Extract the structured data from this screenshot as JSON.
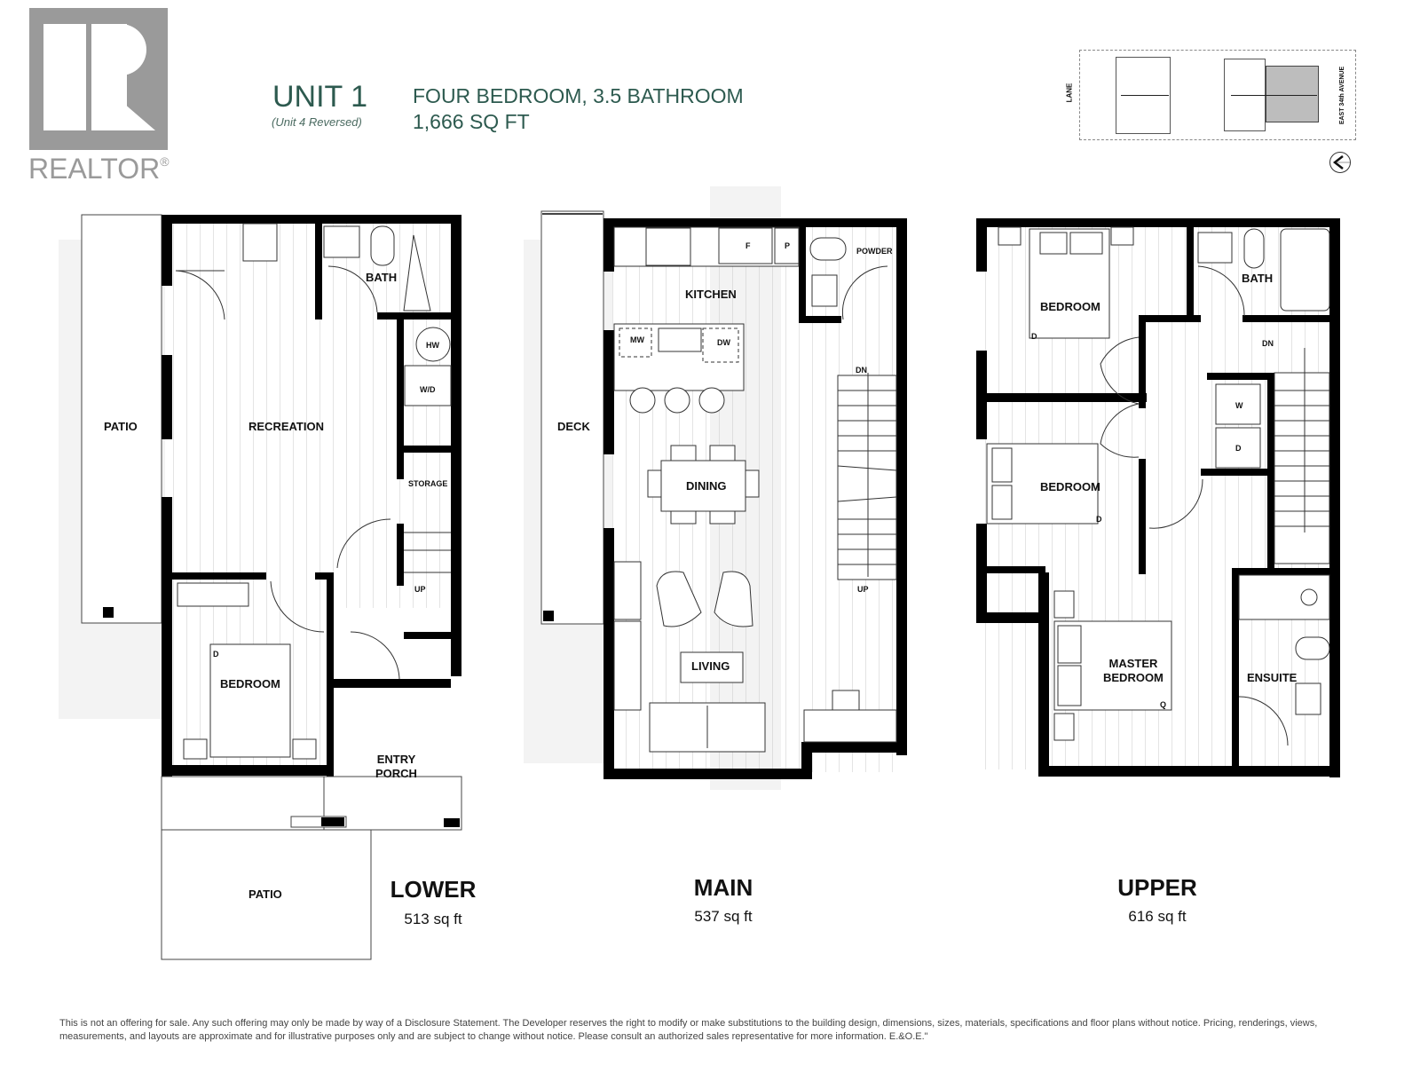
{
  "logo": {
    "mark": "R",
    "text": "REALTOR",
    "registered": "®"
  },
  "unit": {
    "title": "UNIT 1",
    "subtitle": "(Unit 4 Reversed)",
    "type": "FOUR BEDROOM, 3.5 BATHROOM",
    "area": "1,666 SQ FT"
  },
  "key_plan": {
    "left_label": "LANE",
    "right_label": "EAST 34th AVENUE",
    "north_icon": "north-arrow-icon"
  },
  "floors": [
    {
      "name": "LOWER",
      "area": "513 sq ft",
      "rooms": [
        "PATIO",
        "RECREATION",
        "BATH",
        "HW",
        "W/D",
        "STORAGE",
        "UP",
        "BEDROOM",
        "D",
        "ENTRY PORCH",
        "PATIO"
      ]
    },
    {
      "name": "MAIN",
      "area": "537 sq ft",
      "rooms": [
        "DECK",
        "KITCHEN",
        "F",
        "P",
        "POWDER",
        "MW",
        "DW",
        "DN",
        "DINING",
        "LIVING",
        "UP"
      ]
    },
    {
      "name": "UPPER",
      "area": "616 sq ft",
      "rooms": [
        "BEDROOM",
        "D",
        "BATH",
        "DN",
        "W",
        "D",
        "BEDROOM",
        "D",
        "MASTER BEDROOM",
        "Q",
        "ENSUITE"
      ]
    }
  ],
  "labels": {
    "lower_patio_side": "PATIO",
    "recreation": "RECREATION",
    "lower_bath": "BATH",
    "hw": "HW",
    "wd": "W/D",
    "storage": "STORAGE",
    "lower_up": "UP",
    "lower_bedroom": "BEDROOM",
    "lower_bed_d": "D",
    "entry_line1": "ENTRY",
    "entry_line2": "PORCH",
    "lower_patio_bottom": "PATIO",
    "deck": "DECK",
    "kitchen": "KITCHEN",
    "fridge": "F",
    "pantry": "P",
    "powder": "POWDER",
    "mw": "MW",
    "dw": "DW",
    "main_dn": "DN",
    "dining": "DINING",
    "living": "LIVING",
    "main_up": "UP",
    "upper_bedroom1": "BEDROOM",
    "upper_bed1_d": "D",
    "upper_bath": "BATH",
    "upper_dn": "DN",
    "washer": "W",
    "dryer": "D",
    "upper_bedroom2": "BEDROOM",
    "upper_bed2_d": "D",
    "master_line1": "MASTER",
    "master_line2": "BEDROOM",
    "master_q": "Q",
    "ensuite": "ENSUITE"
  },
  "disclaimer": "This is not an offering for sale. Any such offering may only be made by way of a Disclosure Statement. The Developer reserves the right to modify or make substitutions to the building design, dimensions, sizes, materials, specifications and floor plans without notice. Pricing, renderings, views, measurements, and layouts are approximate and for illustrative purposes only and are subject to change without notice. Please consult an authorized sales representative for more information. E.&O.E.\""
}
